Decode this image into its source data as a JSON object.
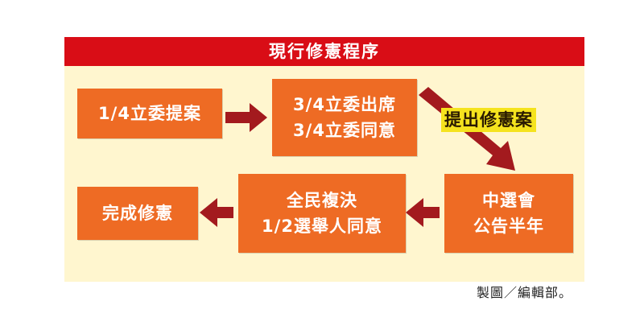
{
  "header": {
    "title": "現行修憲程序"
  },
  "steps": [
    {
      "lines": [
        "1/4立委提案"
      ]
    },
    {
      "lines": [
        "3/4立委出席",
        "3/4立委同意"
      ]
    },
    {
      "lines": [
        "中選會",
        "公告半年"
      ]
    },
    {
      "lines": [
        "全民複決",
        "1/2選舉人同意"
      ]
    },
    {
      "lines": [
        "完成修憲"
      ]
    }
  ],
  "diagonal_label": "提出修憲案",
  "credit": "製圖／編輯部。",
  "colors": {
    "header_bg": "#d90d16",
    "panel_bg": "#fff6cf",
    "box_bg": "#ee6b24",
    "arrow": "#a31a1e",
    "label_highlight": "#f5e31e"
  }
}
